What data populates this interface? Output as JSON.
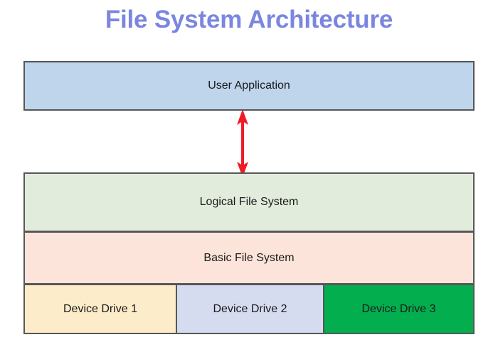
{
  "diagram": {
    "title": "File System Architecture",
    "title_color": "#7b86e0",
    "background_color": "#ffffff",
    "border_color": "#575757",
    "layers": [
      {
        "id": "user-application",
        "label": "User Application",
        "fill": "#bed5ec"
      },
      {
        "id": "logical-file-system",
        "label": "Logical File System",
        "fill": "#e2ecdc"
      },
      {
        "id": "basic-file-system",
        "label": "Basic File System",
        "fill": "#fce4da"
      }
    ],
    "device_drives": [
      {
        "id": "device-drive-1",
        "label": "Device Drive 1",
        "fill": "#fcecc9"
      },
      {
        "id": "device-drive-2",
        "label": "Device Drive 2",
        "fill": "#d6dcef"
      },
      {
        "id": "device-drive-3",
        "label": "Device Drive 3",
        "fill": "#03ae4e"
      }
    ],
    "connector": {
      "name": "double-headed-arrow-icon",
      "color": "#ee1c24",
      "from": "User Application",
      "to": "Logical File System",
      "direction": "bidirectional"
    }
  }
}
